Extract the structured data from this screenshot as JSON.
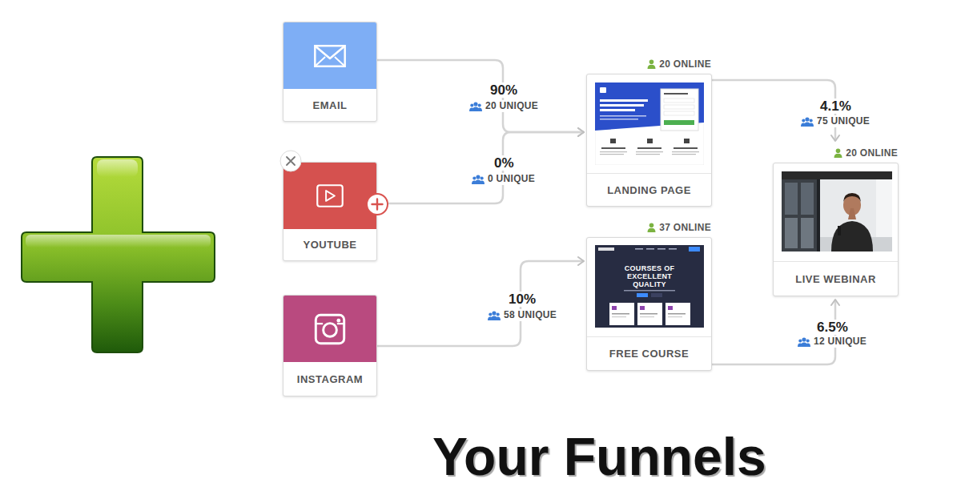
{
  "diagram": {
    "title": "Your Funnels",
    "nodes": [
      {
        "text": [
          "EMAIL"
        ]
      },
      {
        "text": [
          "YOUTUBE"
        ]
      },
      {
        "text": [
          "INSTAGRAM"
        ]
      },
      {
        "text": [
          "20 ONLINE",
          "LANDING PAGE"
        ]
      },
      {
        "text": [
          "37 ONLINE",
          "FREE COURSE"
        ]
      },
      {
        "text": [
          "20 ONLINE",
          "LIVE WEBINAR"
        ]
      }
    ],
    "edges": [
      {
        "from": 0,
        "to": 3,
        "label": "90%",
        "arrow": "to"
      },
      {
        "from": 1,
        "to": 3,
        "label": "0%",
        "arrow": "to"
      },
      {
        "from": 2,
        "to": 4,
        "label": "10%",
        "arrow": "to"
      },
      {
        "from": 3,
        "to": 5,
        "label": "4.1%",
        "arrow": "to"
      },
      {
        "from": 4,
        "to": 5,
        "label": "6.5%",
        "arrow": "to"
      }
    ],
    "labels": [
      "20 UNIQUE",
      "0 UNIQUE",
      "58 UNIQUE",
      "75 UNIQUE",
      "12 UNIQUE",
      "COURSES OF EXCELLENT QUALITY"
    ]
  }
}
